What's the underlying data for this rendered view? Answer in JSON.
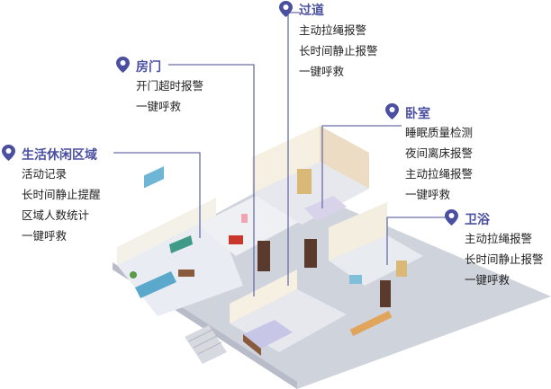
{
  "colors": {
    "accent": "#4a4fa0",
    "text": "#222222",
    "leader": "#6a6ea8"
  },
  "zones": [
    {
      "id": "corridor",
      "title": "过道",
      "items": [
        "主动拉绳报警",
        "长时间静止报警",
        "一键呼救"
      ]
    },
    {
      "id": "door",
      "title": "房门",
      "items": [
        "开门超时报警",
        "一键呼救"
      ]
    },
    {
      "id": "bedroom",
      "title": "卧室",
      "items": [
        "睡眠质量检测",
        "夜间离床报警",
        "主动拉绳报警",
        "一键呼救"
      ]
    },
    {
      "id": "living",
      "title": "生活休闲区域",
      "items": [
        "活动记录",
        "长时间静止提醒",
        "区域人数统计",
        "一键呼救"
      ]
    },
    {
      "id": "bathroom",
      "title": "卫浴",
      "items": [
        "主动拉绳报警",
        "长时间静止报警",
        "一键呼救"
      ]
    }
  ]
}
